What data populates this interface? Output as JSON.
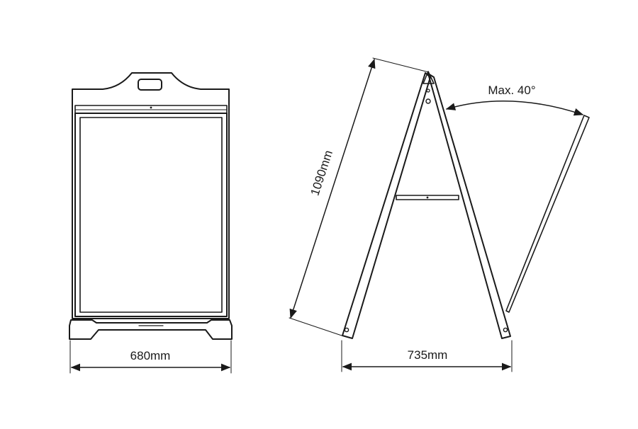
{
  "dimensions": {
    "front_width": "680mm",
    "side_length": "1090mm",
    "base_width": "735mm",
    "max_angle": "Max. 40°"
  }
}
